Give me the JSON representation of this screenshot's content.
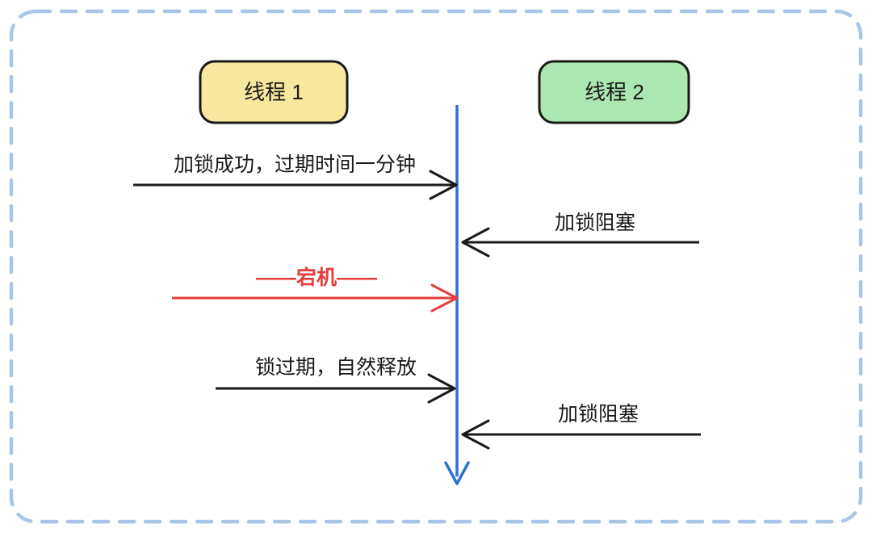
{
  "diagram": {
    "title_semantic": "distributed-lock-expiry-sequence-diagram",
    "colors": {
      "border_dash": "#a9c6e8",
      "thread1_fill": "#f8e79e",
      "thread2_fill": "#abe7b1",
      "node_stroke": "#1a1a1a",
      "lifeline_blue": "#2b72d7",
      "crash_red": "#e83c3c",
      "arrow_black": "#1a1a1a"
    },
    "nodes": {
      "thread1": {
        "label": "线程 1"
      },
      "thread2": {
        "label": "线程 2"
      }
    },
    "messages": [
      {
        "label": "加锁成功，过期时间一分钟",
        "from": "thread1",
        "direction": "right",
        "color": "black"
      },
      {
        "label": "加锁阻塞",
        "from": "thread2",
        "direction": "left",
        "color": "black"
      },
      {
        "label": "——宕机——",
        "from": "thread1",
        "direction": "right",
        "color": "red"
      },
      {
        "label": "锁过期，自然释放",
        "from": "thread1",
        "direction": "right",
        "color": "black"
      },
      {
        "label": "加锁阻塞",
        "from": "thread2",
        "direction": "left",
        "color": "black"
      }
    ]
  }
}
